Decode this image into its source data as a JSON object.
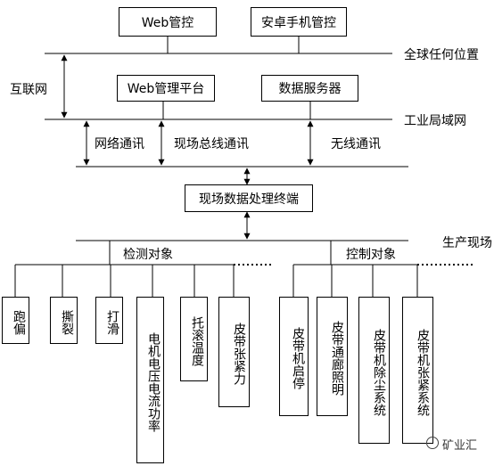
{
  "top_boxes": {
    "web_control": "Web管控",
    "android_control": "安卓手机管控"
  },
  "line_labels": {
    "global": "全球任何位置",
    "internet": "互联网",
    "industrial_lan": "工业局域网",
    "production_site": "生产现场"
  },
  "servers": {
    "web_platform": "Web管理平台",
    "data_server": "数据服务器"
  },
  "links": {
    "network": "网络通讯",
    "fieldbus": "现场总线通讯",
    "wireless": "无线通讯"
  },
  "terminal": "现场数据处理终端",
  "groups": {
    "detect": "检测对象",
    "control": "控制对象"
  },
  "detect_items": [
    "跑偏",
    "撕裂",
    "打滑",
    "电机电压电流功率",
    "托滚温度",
    "皮带张紧力"
  ],
  "control_items": [
    "皮带机启停",
    "皮带通廊照明",
    "皮带机除尘系统",
    "皮带机张紧系统"
  ],
  "watermark": "矿业汇"
}
